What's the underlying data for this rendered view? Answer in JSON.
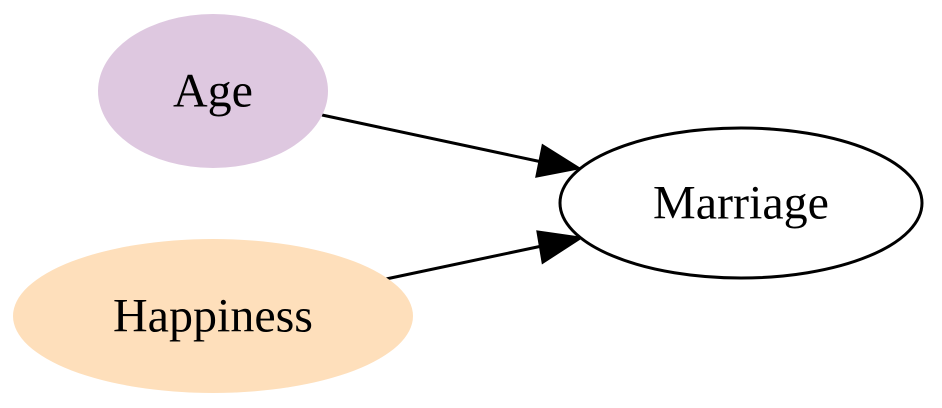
{
  "nodes": {
    "age": {
      "label": "Age",
      "fill": "#dec8e0",
      "stroke": "none"
    },
    "happiness": {
      "label": "Happiness",
      "fill": "#fedfbb",
      "stroke": "none"
    },
    "marriage": {
      "label": "Marriage",
      "fill": "#ffffff",
      "stroke": "#000000"
    }
  },
  "edges": [
    {
      "from": "age",
      "to": "marriage"
    },
    {
      "from": "happiness",
      "to": "marriage"
    }
  ]
}
